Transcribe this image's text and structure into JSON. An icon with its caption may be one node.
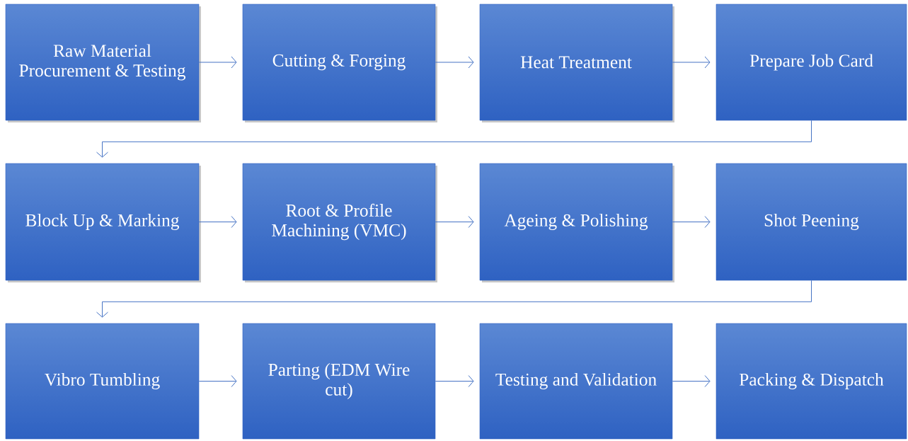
{
  "diagram": {
    "nodes": [
      {
        "text": [
          "Raw Material Procurement & Testing"
        ]
      },
      {
        "text": [
          "Cutting & Forging"
        ]
      },
      {
        "text": [
          "Heat Treatment"
        ]
      },
      {
        "text": [
          "Prepare Job Card"
        ]
      },
      {
        "text": [
          "Block Up & Marking"
        ]
      },
      {
        "text": [
          "Root & Profile Machining (VMC)"
        ]
      },
      {
        "text": [
          "Ageing & Polishing"
        ]
      },
      {
        "text": [
          "Shot Peening"
        ]
      },
      {
        "text": [
          "Vibro Tumbling"
        ]
      },
      {
        "text": [
          "Parting (EDM Wire cut)"
        ]
      },
      {
        "text": [
          "Testing and Validation"
        ]
      },
      {
        "text": [
          "Packing & Dispatch"
        ]
      }
    ],
    "edges": [
      {
        "from": 0,
        "to": 1,
        "arrow": "to"
      },
      {
        "from": 1,
        "to": 2,
        "arrow": "to"
      },
      {
        "from": 2,
        "to": 3,
        "arrow": "to"
      },
      {
        "from": 3,
        "to": 4,
        "arrow": "to"
      },
      {
        "from": 4,
        "to": 5,
        "arrow": "to"
      },
      {
        "from": 5,
        "to": 6,
        "arrow": "to"
      },
      {
        "from": 6,
        "to": 7,
        "arrow": "to"
      },
      {
        "from": 7,
        "to": 8,
        "arrow": "to"
      },
      {
        "from": 8,
        "to": 9,
        "arrow": "to"
      },
      {
        "from": 9,
        "to": 10,
        "arrow": "to"
      },
      {
        "from": 10,
        "to": 11,
        "arrow": "to"
      }
    ]
  }
}
